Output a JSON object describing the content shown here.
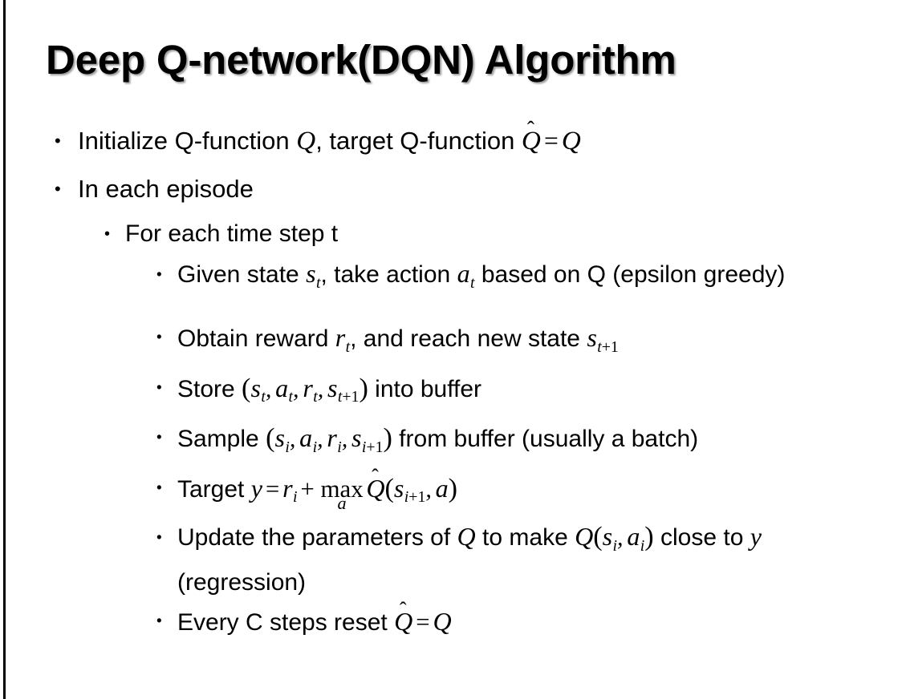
{
  "slide": {
    "title": "Deep Q-network(DQN) Algorithm",
    "background_color": "#ffffff",
    "text_color": "#000000",
    "edge_rule_color": "#000000"
  },
  "bullet_glyph": "•",
  "content": [
    {
      "level": 1,
      "name": "bullet-initialize-q-function",
      "segments": [
        {
          "kind": "text",
          "value": "Initialize Q-function "
        },
        {
          "kind": "mi",
          "value": "Q"
        },
        {
          "kind": "text",
          "value": ", target Q-function "
        },
        {
          "kind": "hat",
          "value": "Q"
        },
        {
          "kind": "mo",
          "value": "="
        },
        {
          "kind": "mi",
          "value": "Q"
        }
      ],
      "plain": "Initialize Q-function Q, target Q-function Q̂ = Q"
    },
    {
      "level": 1,
      "name": "bullet-in-each-episode",
      "segments": [
        {
          "kind": "text",
          "value": "In each episode"
        }
      ],
      "plain": "In each episode"
    },
    {
      "level": 2,
      "name": "bullet-for-each-time-step",
      "segments": [
        {
          "kind": "text",
          "value": "For each time step t"
        }
      ],
      "plain": "For each time step t"
    },
    {
      "level": 3,
      "name": "bullet-given-state-take-action",
      "segments": [
        {
          "kind": "text",
          "value": "Given state "
        },
        {
          "kind": "misub",
          "base": "s",
          "sub": "t"
        },
        {
          "kind": "text",
          "value": ", take action "
        },
        {
          "kind": "misub",
          "base": "a",
          "sub": "t"
        },
        {
          "kind": "text",
          "value": " based on Q (epsilon greedy)"
        }
      ],
      "plain": "Given state s_t, take action a_t based on Q (epsilon greedy)"
    },
    {
      "level": 3,
      "name": "bullet-obtain-reward-reach-new-state",
      "segments": [
        {
          "kind": "text",
          "value": "Obtain reward "
        },
        {
          "kind": "misub",
          "base": "r",
          "sub": "t"
        },
        {
          "kind": "text",
          "value": ", and reach new state "
        },
        {
          "kind": "misub",
          "base": "s",
          "sub": "t+1"
        }
      ],
      "plain": "Obtain reward r_t, and reach new state s_{t+1}"
    },
    {
      "level": 3,
      "name": "bullet-store-into-buffer",
      "segments": [
        {
          "kind": "text",
          "value": "Store "
        },
        {
          "kind": "paren",
          "value": "("
        },
        {
          "kind": "misub",
          "base": "s",
          "sub": "t"
        },
        {
          "kind": "comma",
          "value": ","
        },
        {
          "kind": "misub",
          "base": "a",
          "sub": "t"
        },
        {
          "kind": "comma",
          "value": ","
        },
        {
          "kind": "misub",
          "base": "r",
          "sub": "t"
        },
        {
          "kind": "comma",
          "value": ","
        },
        {
          "kind": "misub",
          "base": "s",
          "sub": "t+1"
        },
        {
          "kind": "paren",
          "value": ")"
        },
        {
          "kind": "text",
          "value": " into buffer"
        }
      ],
      "plain": "Store (s_t, a_t, r_t, s_{t+1}) into buffer"
    },
    {
      "level": 3,
      "name": "bullet-sample-from-buffer",
      "segments": [
        {
          "kind": "text",
          "value": "Sample "
        },
        {
          "kind": "paren",
          "value": "("
        },
        {
          "kind": "misub",
          "base": "s",
          "sub": "i"
        },
        {
          "kind": "comma",
          "value": ","
        },
        {
          "kind": "misub",
          "base": "a",
          "sub": "i"
        },
        {
          "kind": "comma",
          "value": ","
        },
        {
          "kind": "misub",
          "base": "r",
          "sub": "i"
        },
        {
          "kind": "comma",
          "value": ","
        },
        {
          "kind": "misub",
          "base": "s",
          "sub": "i+1"
        },
        {
          "kind": "paren",
          "value": ")"
        },
        {
          "kind": "text",
          "value": " from buffer (usually a batch)"
        }
      ],
      "plain": "Sample (s_i, a_i, r_i, s_{i+1}) from buffer (usually a batch)"
    },
    {
      "level": 3,
      "name": "bullet-target-y-equation",
      "segments": [
        {
          "kind": "text",
          "value": "Target "
        },
        {
          "kind": "mi",
          "value": "y"
        },
        {
          "kind": "mo",
          "value": "="
        },
        {
          "kind": "misub",
          "base": "r",
          "sub": "i"
        },
        {
          "kind": "mo",
          "value": "+"
        },
        {
          "kind": "bigop",
          "value": "max",
          "under": "a"
        },
        {
          "kind": "hat",
          "value": "Q"
        },
        {
          "kind": "paren",
          "value": "("
        },
        {
          "kind": "misub",
          "base": "s",
          "sub": "i+1"
        },
        {
          "kind": "comma",
          "value": ","
        },
        {
          "kind": "mi",
          "value": "a"
        },
        {
          "kind": "paren",
          "value": ")"
        }
      ],
      "plain": "Target y = r_i + max_a Q̂(s_{i+1}, a)"
    },
    {
      "level": 3,
      "name": "bullet-update-parameters-regression",
      "segments": [
        {
          "kind": "text",
          "value": "Update the parameters of "
        },
        {
          "kind": "mi",
          "value": "Q"
        },
        {
          "kind": "text",
          "value": " to make "
        },
        {
          "kind": "mi",
          "value": "Q"
        },
        {
          "kind": "paren",
          "value": "("
        },
        {
          "kind": "misub",
          "base": "s",
          "sub": "i"
        },
        {
          "kind": "comma",
          "value": ","
        },
        {
          "kind": "misub",
          "base": "a",
          "sub": "i"
        },
        {
          "kind": "paren",
          "value": ")"
        },
        {
          "kind": "text",
          "value": " close to "
        },
        {
          "kind": "mi",
          "value": "y"
        },
        {
          "kind": "text",
          "value": " (regression)"
        }
      ],
      "plain": "Update the parameters of Q to make Q(s_i, a_i) close to y (regression)"
    },
    {
      "level": 3,
      "name": "bullet-every-c-steps-reset",
      "segments": [
        {
          "kind": "text",
          "value": "Every C steps reset "
        },
        {
          "kind": "hat",
          "value": "Q"
        },
        {
          "kind": "mo",
          "value": "="
        },
        {
          "kind": "mi",
          "value": "Q"
        }
      ],
      "plain": "Every C steps reset Q̂ = Q"
    }
  ]
}
